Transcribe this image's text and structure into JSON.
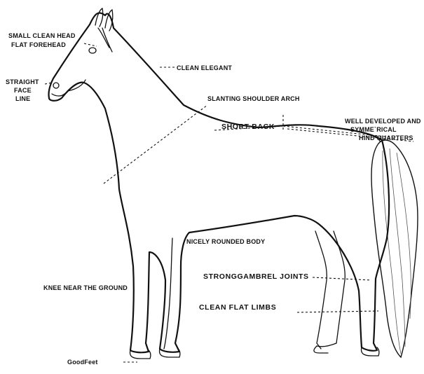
{
  "labels": {
    "small_clean_head": "SMALL CLEAN HEAD",
    "flat_forehead": "FLAT FOREHEAD",
    "straight": "STRAIGHT",
    "face": "FACE",
    "line": "LINE",
    "clean_elegant": "CLEAN ELEGANT",
    "slanting_shoulder_arch": "SLANTING SHOULDER ARCH",
    "short_back": "SHORT BACK",
    "well_developed_and": "WELL DEVELOPED AND",
    "symmetrical": "SYMME`RICAL",
    "hind_quarters": "HIND QUARTERS",
    "nicely_rounded_body": "NICELY ROUNDED BODY",
    "knee_near_the_ground": "KNEE NEAR THE GROUND",
    "strong_gambrel_joints": "STRONGGAMBREL JOINTS",
    "clean_flat_limbs": "CLEAN  FLAT LIMBS",
    "good_feet": "GoodFeet"
  },
  "line_color": "#111111",
  "background": "#ffffff"
}
